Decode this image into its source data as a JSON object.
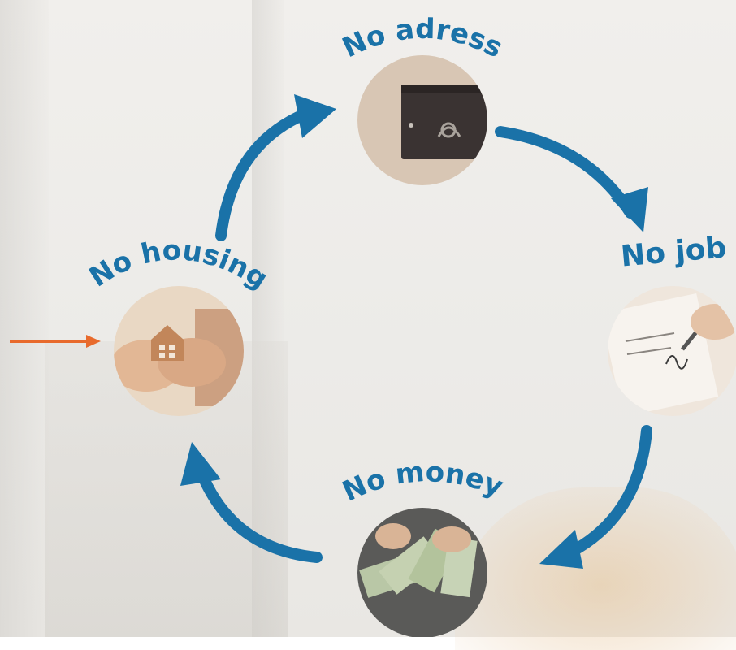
{
  "nodes": {
    "address": {
      "label": "No adress",
      "icon": "mailbox-icon"
    },
    "job": {
      "label": "No job",
      "icon": "contract-signing-icon"
    },
    "money": {
      "label": "No money",
      "icon": "cash-in-hands-icon"
    },
    "housing": {
      "label": "No housing",
      "icon": "house-in-hands-icon"
    }
  },
  "colors": {
    "cycle_blue": "#1a72a8",
    "pointer_orange": "#e86a2c"
  }
}
